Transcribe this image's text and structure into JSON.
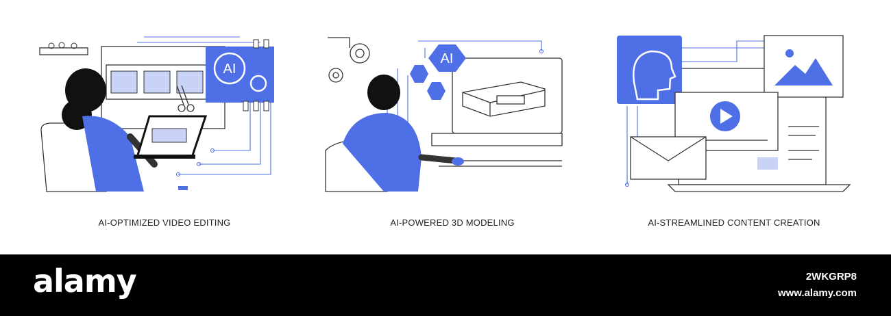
{
  "colors": {
    "accent": "#4f6fe6",
    "ink": "#111111",
    "line": "#555555",
    "footer_bg": "#000000"
  },
  "panels": [
    {
      "caption": "AI-OPTIMIZED VIDEO EDITING",
      "chip_label": "AI",
      "icons": [
        "person-icon",
        "laptop-icon",
        "film-strip-icon",
        "scissors-icon",
        "gear-icon",
        "circuit-icon"
      ]
    },
    {
      "caption": "AI-POWERED 3D MODELING",
      "chip_label": "AI",
      "icons": [
        "person-icon",
        "monitor-icon",
        "building-model-icon",
        "gear-icon",
        "circuit-icon"
      ]
    },
    {
      "caption": "AI-STREAMLINED CONTENT CREATION",
      "icons": [
        "ai-head-icon",
        "image-icon",
        "play-icon",
        "laptop-icon",
        "envelope-icon",
        "circuit-icon"
      ]
    }
  ],
  "footer": {
    "logo": "alamy",
    "image_id": "2WKGRP8",
    "site": "www.alamy.com"
  }
}
